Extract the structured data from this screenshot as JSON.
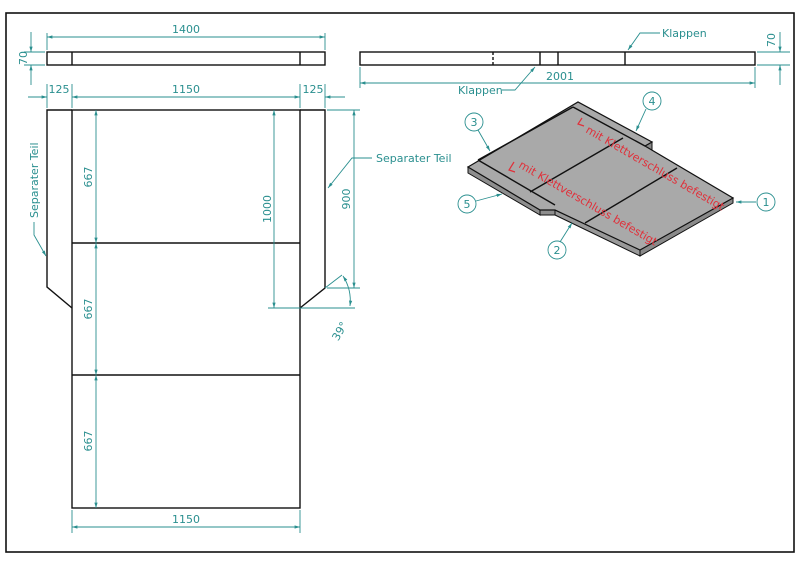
{
  "colors": {
    "dimension": "#2a8f8f",
    "annotation": "#e0303a",
    "line": "#111111",
    "panel": "#a9a9a9"
  },
  "top_view": {
    "width": "1400",
    "thickness": "70"
  },
  "side_view": {
    "length": "2001",
    "thickness": "70",
    "label_flaps_top": "Klappen",
    "label_flaps_bottom": "Klappen"
  },
  "plan": {
    "left_side": "125",
    "middle": "1150",
    "right_side": "125",
    "section_1": "667",
    "section_2": "667",
    "section_3": "667",
    "total_height": "1000",
    "side_height": "900",
    "angle": "39°",
    "bottom_width": "1150",
    "label_left": "Separater Teil",
    "label_right": "Separater Teil"
  },
  "iso": {
    "note_1": "mit Klettverschluss befestigt",
    "note_2": "mit Klettverschluss befestigt",
    "balloons": [
      "1",
      "2",
      "3",
      "4",
      "5"
    ]
  }
}
